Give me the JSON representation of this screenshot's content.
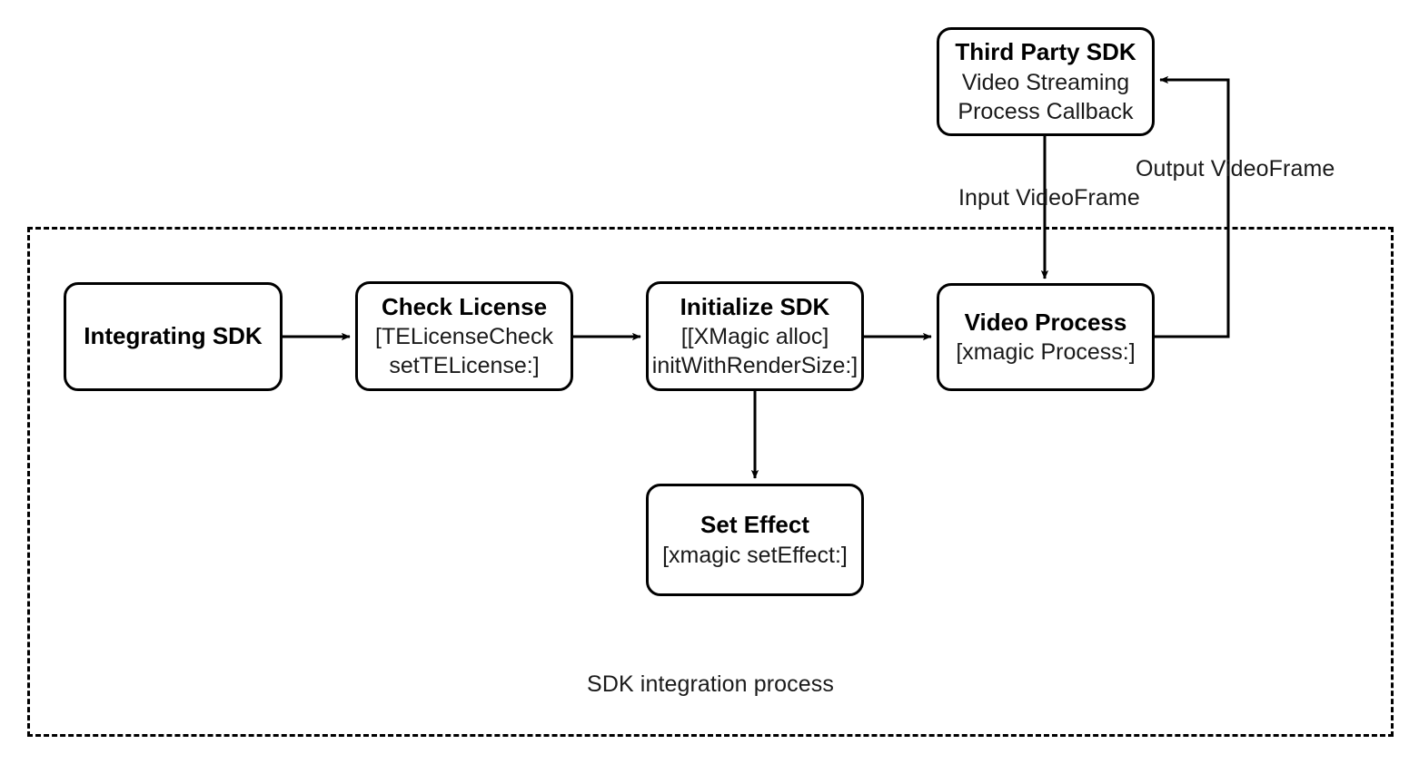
{
  "diagram": {
    "title": "SDK integration process",
    "stroke_color": "#000000",
    "text_color": "#1a1a1a",
    "background": "#ffffff",
    "group": {
      "caption": "SDK integration process",
      "border_style": "dashed"
    },
    "nodes": [
      {
        "id": "third-party-sdk",
        "lines": [
          {
            "text": "Third Party SDK",
            "bold": true
          },
          {
            "text": "Video Streaming",
            "bold": false
          },
          {
            "text": "Process Callback",
            "bold": false
          }
        ]
      },
      {
        "id": "integrating-sdk",
        "lines": [
          {
            "text": "Integrating SDK",
            "bold": true
          }
        ]
      },
      {
        "id": "check-license",
        "lines": [
          {
            "text": "Check License",
            "bold": true
          },
          {
            "text": "[TELicenseCheck",
            "bold": false
          },
          {
            "text": "setTELicense:]",
            "bold": false
          }
        ]
      },
      {
        "id": "initialize-sdk",
        "lines": [
          {
            "text": "Initialize SDK",
            "bold": true
          },
          {
            "text": "[[XMagic alloc]",
            "bold": false
          },
          {
            "text": "initWithRenderSize:]",
            "bold": false
          }
        ]
      },
      {
        "id": "video-process",
        "lines": [
          {
            "text": "Video Process",
            "bold": true
          },
          {
            "text": "[xmagic Process:]",
            "bold": false
          }
        ]
      },
      {
        "id": "set-effect",
        "lines": [
          {
            "text": "Set Effect",
            "bold": true
          },
          {
            "text": "[xmagic setEffect:]",
            "bold": false
          }
        ]
      }
    ],
    "edge_labels": [
      {
        "id": "input-videoframe",
        "text": "Input VideoFrame"
      },
      {
        "id": "output-videoframe",
        "text": "Output VideoFrame"
      }
    ]
  }
}
